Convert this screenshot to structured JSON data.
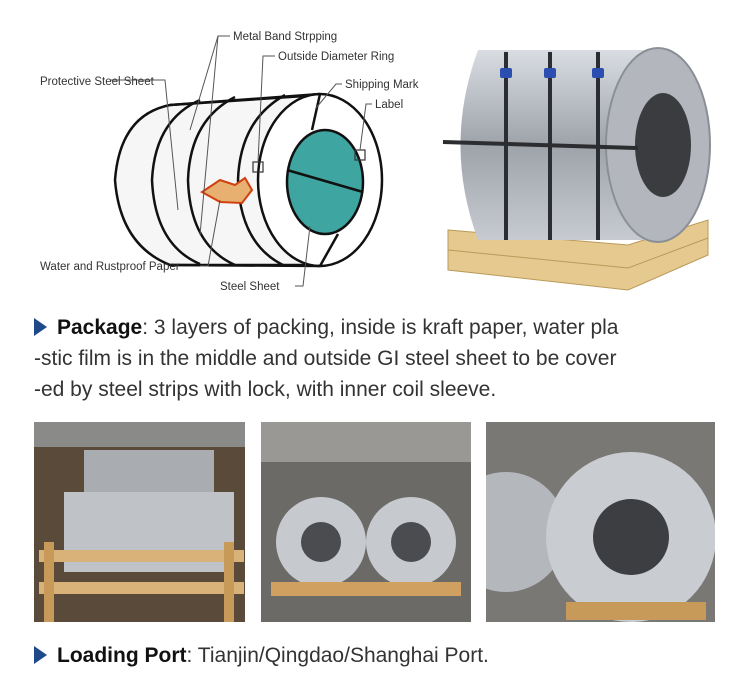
{
  "diagram": {
    "labels": {
      "metal_band": "Metal Band Strpping",
      "outside_ring": "Outside Diameter Ring",
      "protective_sheet": "Protective Steel Sheet",
      "shipping_mark": "Shipping Mark",
      "label": "Label",
      "water_paper": "Water and Rustproof Paper",
      "steel_sheet": "Steel Sheet"
    }
  },
  "package": {
    "title": "Package",
    "sep": ": ",
    "line1": "3 layers of packing, inside is kraft paper, water pla",
    "line2": "-stic film is in the middle and outside GI steel sheet to be cover",
    "line3": "-ed by steel strips with lock, with inner coil sleeve."
  },
  "loading": {
    "title": "Loading Port",
    "sep": ":  ",
    "value": "Tianjin/Qingdao/Shanghai Port."
  },
  "colors": {
    "arrow": "#1e4a8a",
    "inner_ring": "#3fa5a0",
    "wood": "#e0c48a",
    "steel": "#b8bcc2",
    "strap_clip": "#2a4fb0"
  }
}
